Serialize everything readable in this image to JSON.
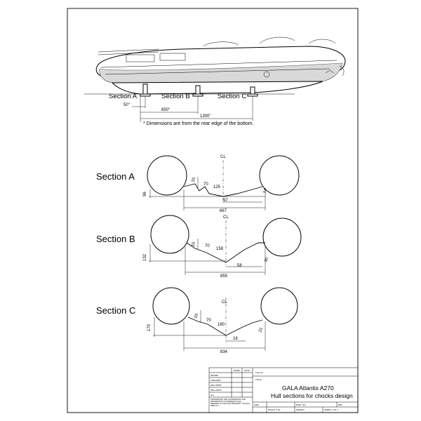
{
  "top_view": {
    "chock_labels": [
      "Section A",
      "Section B",
      "Section C"
    ],
    "dimensions": [
      "50\"",
      "650\"",
      "1300\""
    ],
    "note": "* Dimensions are from the rear edge of the bottom."
  },
  "sections": [
    {
      "title": "Section A",
      "cl": "CL",
      "dims": {
        "left_height": "96",
        "side_a": "15",
        "flat": "70",
        "slope": "125",
        "half": "97",
        "full": "667",
        "right_angle": "14"
      }
    },
    {
      "title": "Section B",
      "cl": "CL",
      "dims": {
        "left_height": "132",
        "side_a": "15",
        "flat": "70",
        "slope": "158",
        "half": "58",
        "full": "855",
        "right_angle": "30"
      }
    },
    {
      "title": "Section C",
      "cl": "CL",
      "dims": {
        "left_height": "170",
        "side_a": "15",
        "flat": "70",
        "slope": "180",
        "half": "18",
        "full": "834",
        "right_angle": "22"
      }
    }
  ],
  "title_block": {
    "col_headers": [
      "NAME",
      "DATE"
    ],
    "rows": [
      "DRAWN",
      "CHECKED",
      "ENG APPR",
      "MFG APPR",
      "Q.A."
    ],
    "proprietary": "PROPRIETARY AND CONFIDENTIAL THE INFORMATION CONTAINED IN THIS DRAWING IS THE SOLE PROPERTY OF GALA RIBS LLC",
    "title_label": "TITLE:",
    "title_line1": "GALA Atlantis A270",
    "title_line2": "Hull sections for chocks design",
    "size": "SIZE",
    "dwg_no": "DWG. NO.",
    "rev": "REV",
    "scale": "SCALE: 1:20",
    "weight": "WEIGHT:",
    "sheet": "SHEET 1 OF 1",
    "company": "TGA Inc."
  }
}
